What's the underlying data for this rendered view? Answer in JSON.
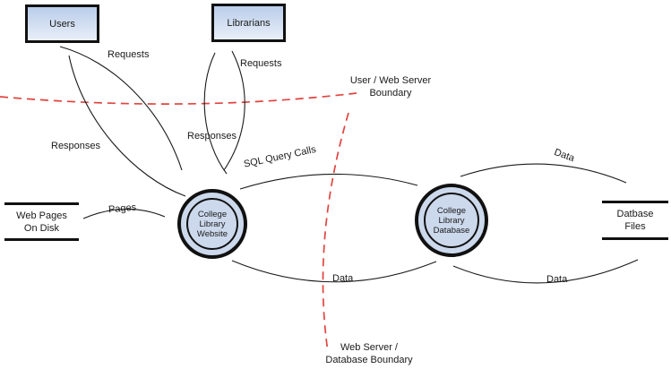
{
  "diagram_type": "data-flow-diagram",
  "colors": {
    "boundary_red": "#e0443f",
    "entity_fill_top": "#b9cdea",
    "entity_fill_bottom": "#e9eff9",
    "process_fill": "#ccd9ec",
    "stroke": "#1a1a1a"
  },
  "entities": [
    {
      "label": "Users"
    },
    {
      "label": "Librarians"
    }
  ],
  "processes": [
    {
      "line1": "College",
      "line2": "Library",
      "line3": "Website"
    },
    {
      "line1": "College",
      "line2": "Library",
      "line3": "Database"
    }
  ],
  "datastores": [
    {
      "line1": "Web Pages",
      "line2": "On Disk"
    },
    {
      "line1": "Datbase",
      "line2": "Files"
    }
  ],
  "flow_labels": {
    "users_requests": "Requests",
    "users_responses": "Responses",
    "librarians_requests": "Requests",
    "librarians_responses": "Responses",
    "pages": "Pages",
    "sql_query_calls": "SQL Query Calls",
    "data_db_to_site": "Data",
    "data_db_to_files": "Data",
    "data_files_to_db": "Data"
  },
  "boundaries": [
    {
      "line1": "User / Web Server",
      "line2": "Boundary"
    },
    {
      "line1": "Web Server /",
      "line2": "Database Boundary"
    }
  ]
}
